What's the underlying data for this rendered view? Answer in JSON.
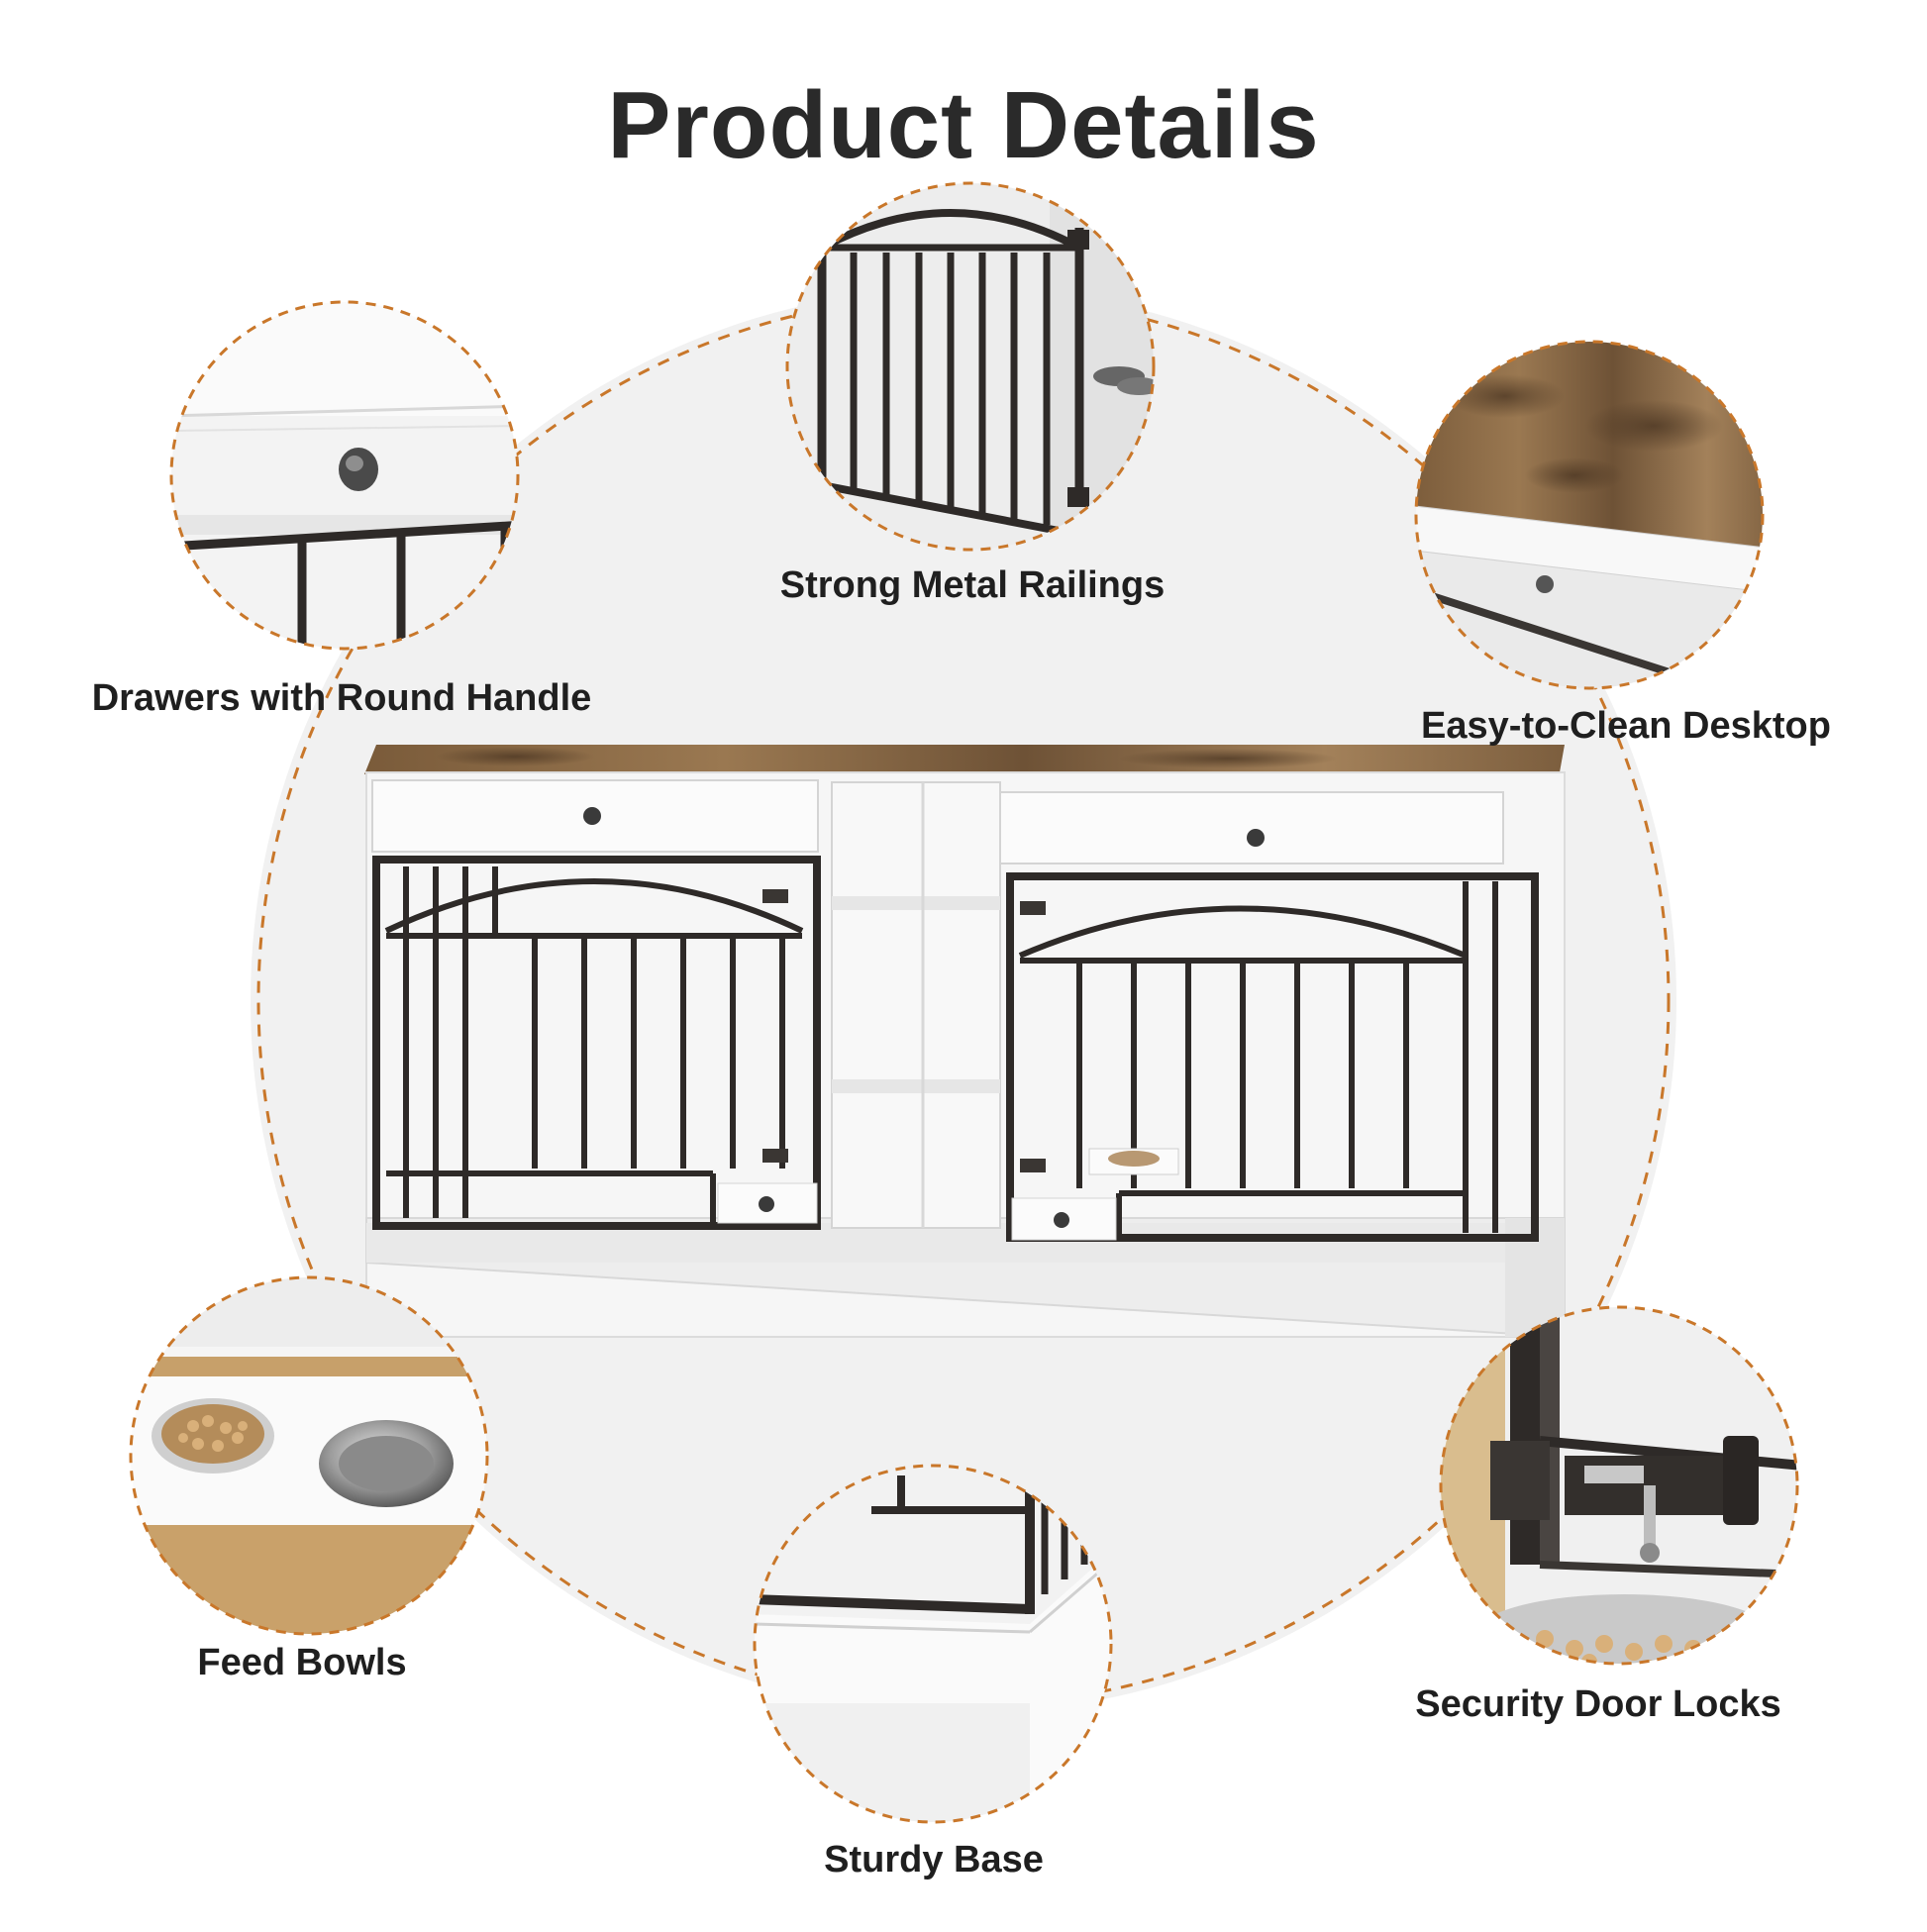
{
  "title": "Product Details",
  "features": [
    {
      "id": "drawers",
      "label": "Drawers with Round Handle"
    },
    {
      "id": "railings",
      "label": "Strong Metal Railings"
    },
    {
      "id": "desktop",
      "label": "Easy-to-Clean Desktop"
    },
    {
      "id": "bowls",
      "label": "Feed Bowls"
    },
    {
      "id": "base",
      "label": "Sturdy Base"
    },
    {
      "id": "locks",
      "label": "Security Door Locks"
    }
  ],
  "colors": {
    "dashed_ring": "#c9772a",
    "wood": "#8a6a45",
    "metal": "#2e2a28",
    "cabinet_white": "#f4f4f4",
    "backdrop": "#f1f1f1"
  },
  "icons": {
    "drawers": "round-knob-drawer",
    "railings": "metal-railing",
    "desktop": "rustic-wood-top",
    "bowls": "feed-bowls",
    "base": "cabinet-base",
    "locks": "door-latch"
  }
}
